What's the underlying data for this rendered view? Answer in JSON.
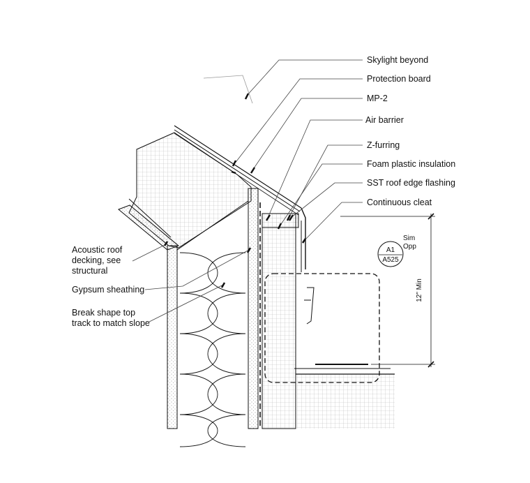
{
  "callouts": {
    "skylight": "Skylight beyond",
    "protection_board": "Protection board",
    "mp2": "MP-2",
    "air_barrier": "Air barrier",
    "z_furring": "Z-furring",
    "foam_insulation": "Foam plastic insulation",
    "sst_flashing": "SST roof edge flashing",
    "continuous_cleat": "Continuous cleat",
    "acoustic_1": "Acoustic roof",
    "acoustic_2": "decking, see",
    "acoustic_3": "structural",
    "gypsum": "Gypsum sheathing",
    "break_shape_1": "Break shape top",
    "break_shape_2": "track to match slope"
  },
  "detail_tag": {
    "number": "A1",
    "sheet": "A525",
    "note_1": "Sim",
    "note_2": "Opp"
  },
  "dimension": {
    "label": "12\" Min"
  },
  "colors": {
    "line": "#111111",
    "leader": "#444444",
    "hatch": "#b8b8b8"
  }
}
